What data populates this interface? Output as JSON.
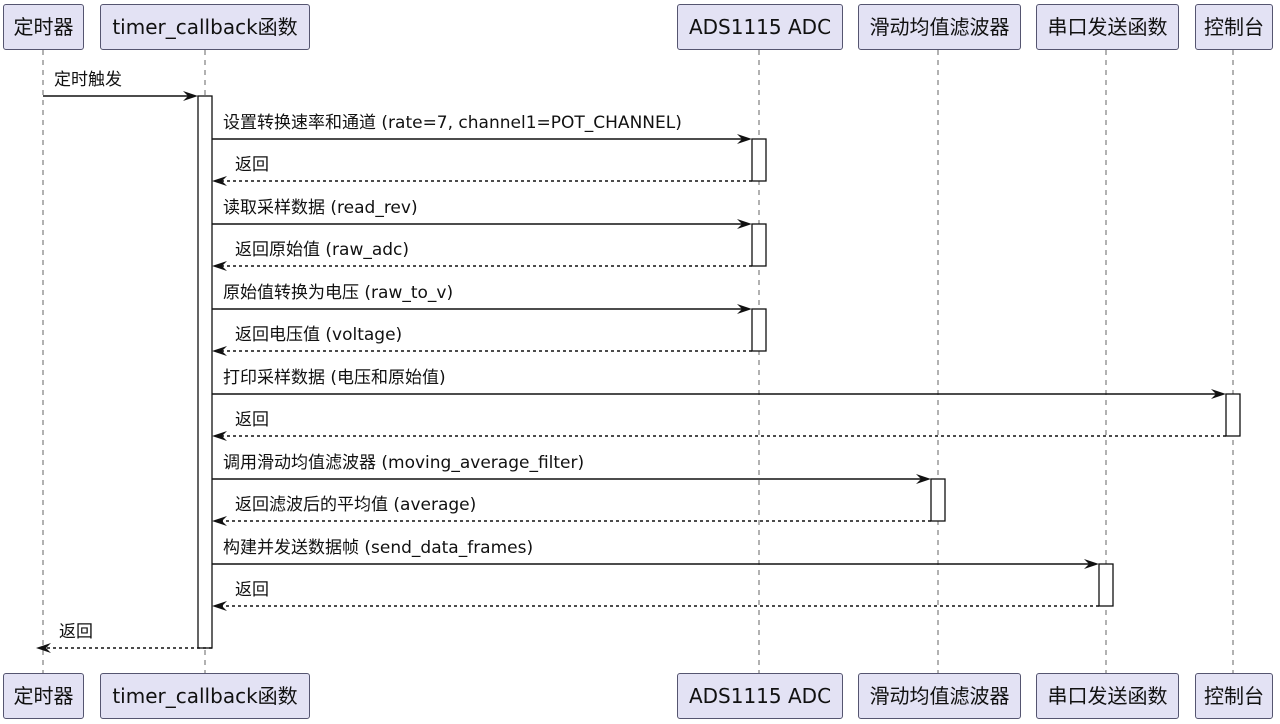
{
  "participants": [
    {
      "id": "timer",
      "label": "定时器"
    },
    {
      "id": "cb",
      "label": "timer_callback函数"
    },
    {
      "id": "adc",
      "label": "ADS1115 ADC"
    },
    {
      "id": "filter",
      "label": "滑动均值滤波器"
    },
    {
      "id": "serial",
      "label": "串口发送函数"
    },
    {
      "id": "console",
      "label": "控制台"
    }
  ],
  "messages": [
    {
      "from": "timer",
      "to": "cb",
      "label": "定时触发",
      "style": "solid"
    },
    {
      "from": "cb",
      "to": "adc",
      "label": "设置转换速率和通道 (rate=7, channel1=POT_CHANNEL)",
      "style": "solid"
    },
    {
      "from": "adc",
      "to": "cb",
      "label": "返回",
      "style": "dashed"
    },
    {
      "from": "cb",
      "to": "adc",
      "label": "读取采样数据 (read_rev)",
      "style": "solid"
    },
    {
      "from": "adc",
      "to": "cb",
      "label": "返回原始值 (raw_adc)",
      "style": "dashed"
    },
    {
      "from": "cb",
      "to": "adc",
      "label": "原始值转换为电压 (raw_to_v)",
      "style": "solid"
    },
    {
      "from": "adc",
      "to": "cb",
      "label": "返回电压值 (voltage)",
      "style": "dashed"
    },
    {
      "from": "cb",
      "to": "console",
      "label": "打印采样数据 (电压和原始值)",
      "style": "solid"
    },
    {
      "from": "console",
      "to": "cb",
      "label": "返回",
      "style": "dashed"
    },
    {
      "from": "cb",
      "to": "filter",
      "label": "调用滑动均值滤波器 (moving_average_filter)",
      "style": "solid"
    },
    {
      "from": "filter",
      "to": "cb",
      "label": "返回滤波后的平均值 (average)",
      "style": "dashed"
    },
    {
      "from": "cb",
      "to": "serial",
      "label": "构建并发送数据帧 (send_data_frames)",
      "style": "solid"
    },
    {
      "from": "serial",
      "to": "cb",
      "label": "返回",
      "style": "dashed"
    },
    {
      "from": "cb",
      "to": "timer",
      "label": "返回",
      "style": "dashed"
    }
  ]
}
